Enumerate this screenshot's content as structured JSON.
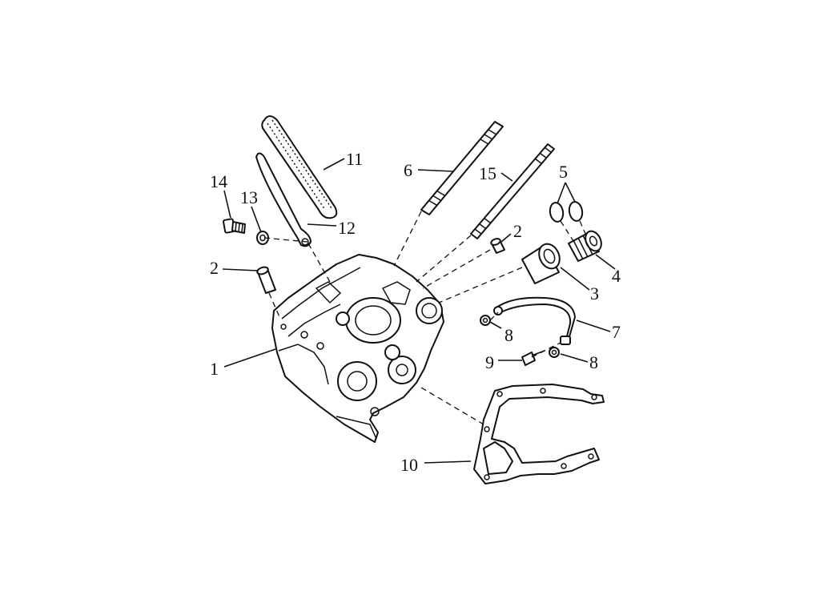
{
  "callouts": {
    "c1": "1",
    "c2a": "2",
    "c2b": "2",
    "c3": "3",
    "c4": "4",
    "c5": "5",
    "c6": "6",
    "c7": "7",
    "c8a": "8",
    "c8b": "8",
    "c9": "9",
    "c10": "10",
    "c11": "11",
    "c12": "12",
    "c13": "13",
    "c14": "14",
    "c15": "15"
  }
}
